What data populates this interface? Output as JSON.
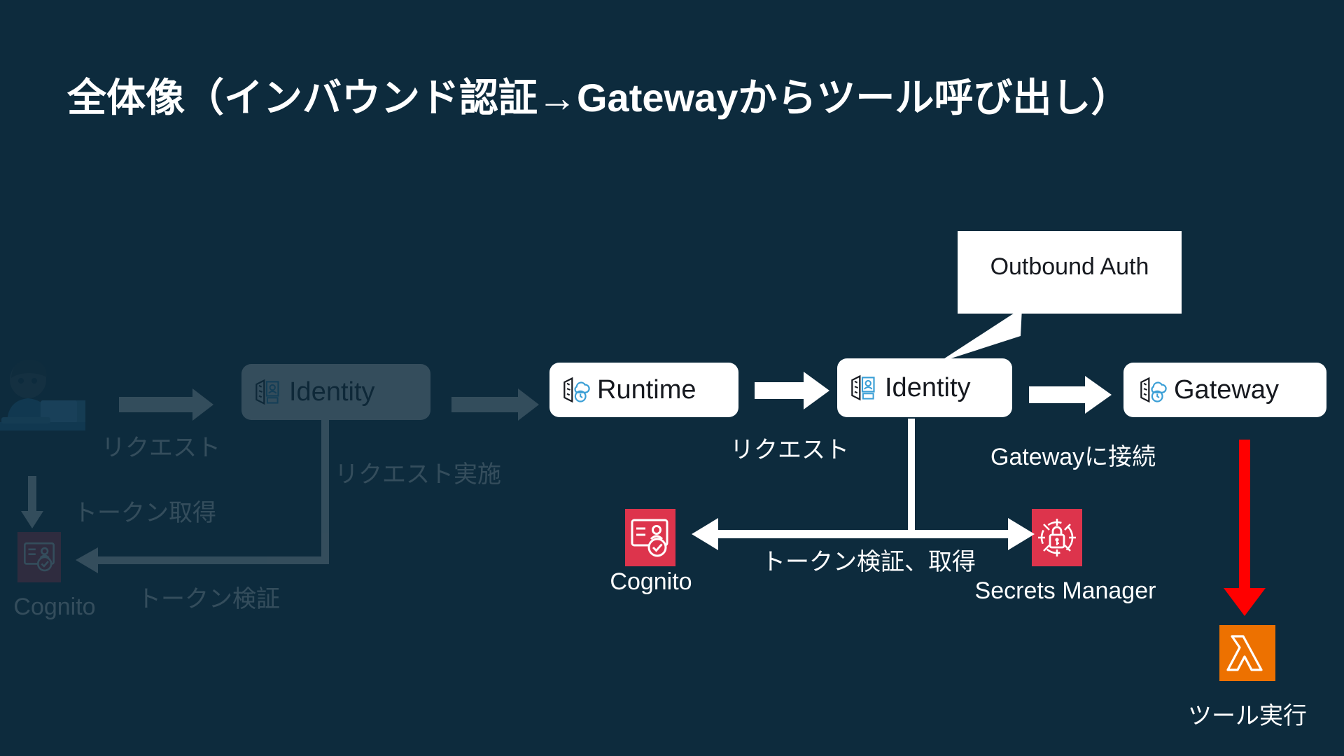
{
  "slide": {
    "title": "全体像（インバウンド認証→Gatewayからツール呼び出し）",
    "background_color": "#0d2b3d"
  },
  "colors": {
    "background": "#0d2b3d",
    "box_fill": "#ffffff",
    "box_text": "#16191f",
    "label_text": "#ffffff",
    "aws_security_red": "#dd344c",
    "aws_lambda_orange": "#ed7100",
    "highlight_arrow": "#ff0000",
    "ghost_tint": "#1d4257"
  },
  "callout": {
    "text": "Outbound Auth",
    "points_to": "identity-box-active"
  },
  "active_flow": {
    "nodes": [
      {
        "id": "runtime",
        "label": "Runtime",
        "icon": "agentcore-runtime-icon"
      },
      {
        "id": "identity",
        "label": "Identity",
        "icon": "agentcore-identity-icon"
      },
      {
        "id": "gateway",
        "label": "Gateway",
        "icon": "agentcore-gateway-icon"
      }
    ],
    "edges": [
      {
        "from": "runtime",
        "to": "identity",
        "label": "リクエスト"
      },
      {
        "from": "identity",
        "to": "gateway",
        "label": "Gatewayに接続"
      },
      {
        "from": "identity",
        "to": "cognito-secrets",
        "label": "トークン検証、取得"
      },
      {
        "from": "gateway",
        "to": "lambda",
        "label": "",
        "highlight": true
      }
    ],
    "services": [
      {
        "id": "cognito",
        "label": "Cognito",
        "icon": "cognito-icon",
        "color": "#dd344c"
      },
      {
        "id": "secrets-manager",
        "label": "Secrets Manager",
        "icon": "secrets-manager-icon",
        "color": "#dd344c"
      },
      {
        "id": "lambda",
        "label": "ツール実行",
        "icon": "lambda-icon",
        "color": "#ed7100"
      }
    ]
  },
  "faded_flow": {
    "user": {
      "icon": "person-at-laptop-icon"
    },
    "identity_box": {
      "label": "Identity",
      "icon": "agentcore-identity-icon"
    },
    "cognito": {
      "label": "Cognito",
      "icon": "cognito-icon"
    },
    "labels": {
      "request": "リクエスト",
      "token_get": "トークン取得",
      "token_verify": "トークン検証",
      "request_execute": "リクエスト実施"
    }
  }
}
